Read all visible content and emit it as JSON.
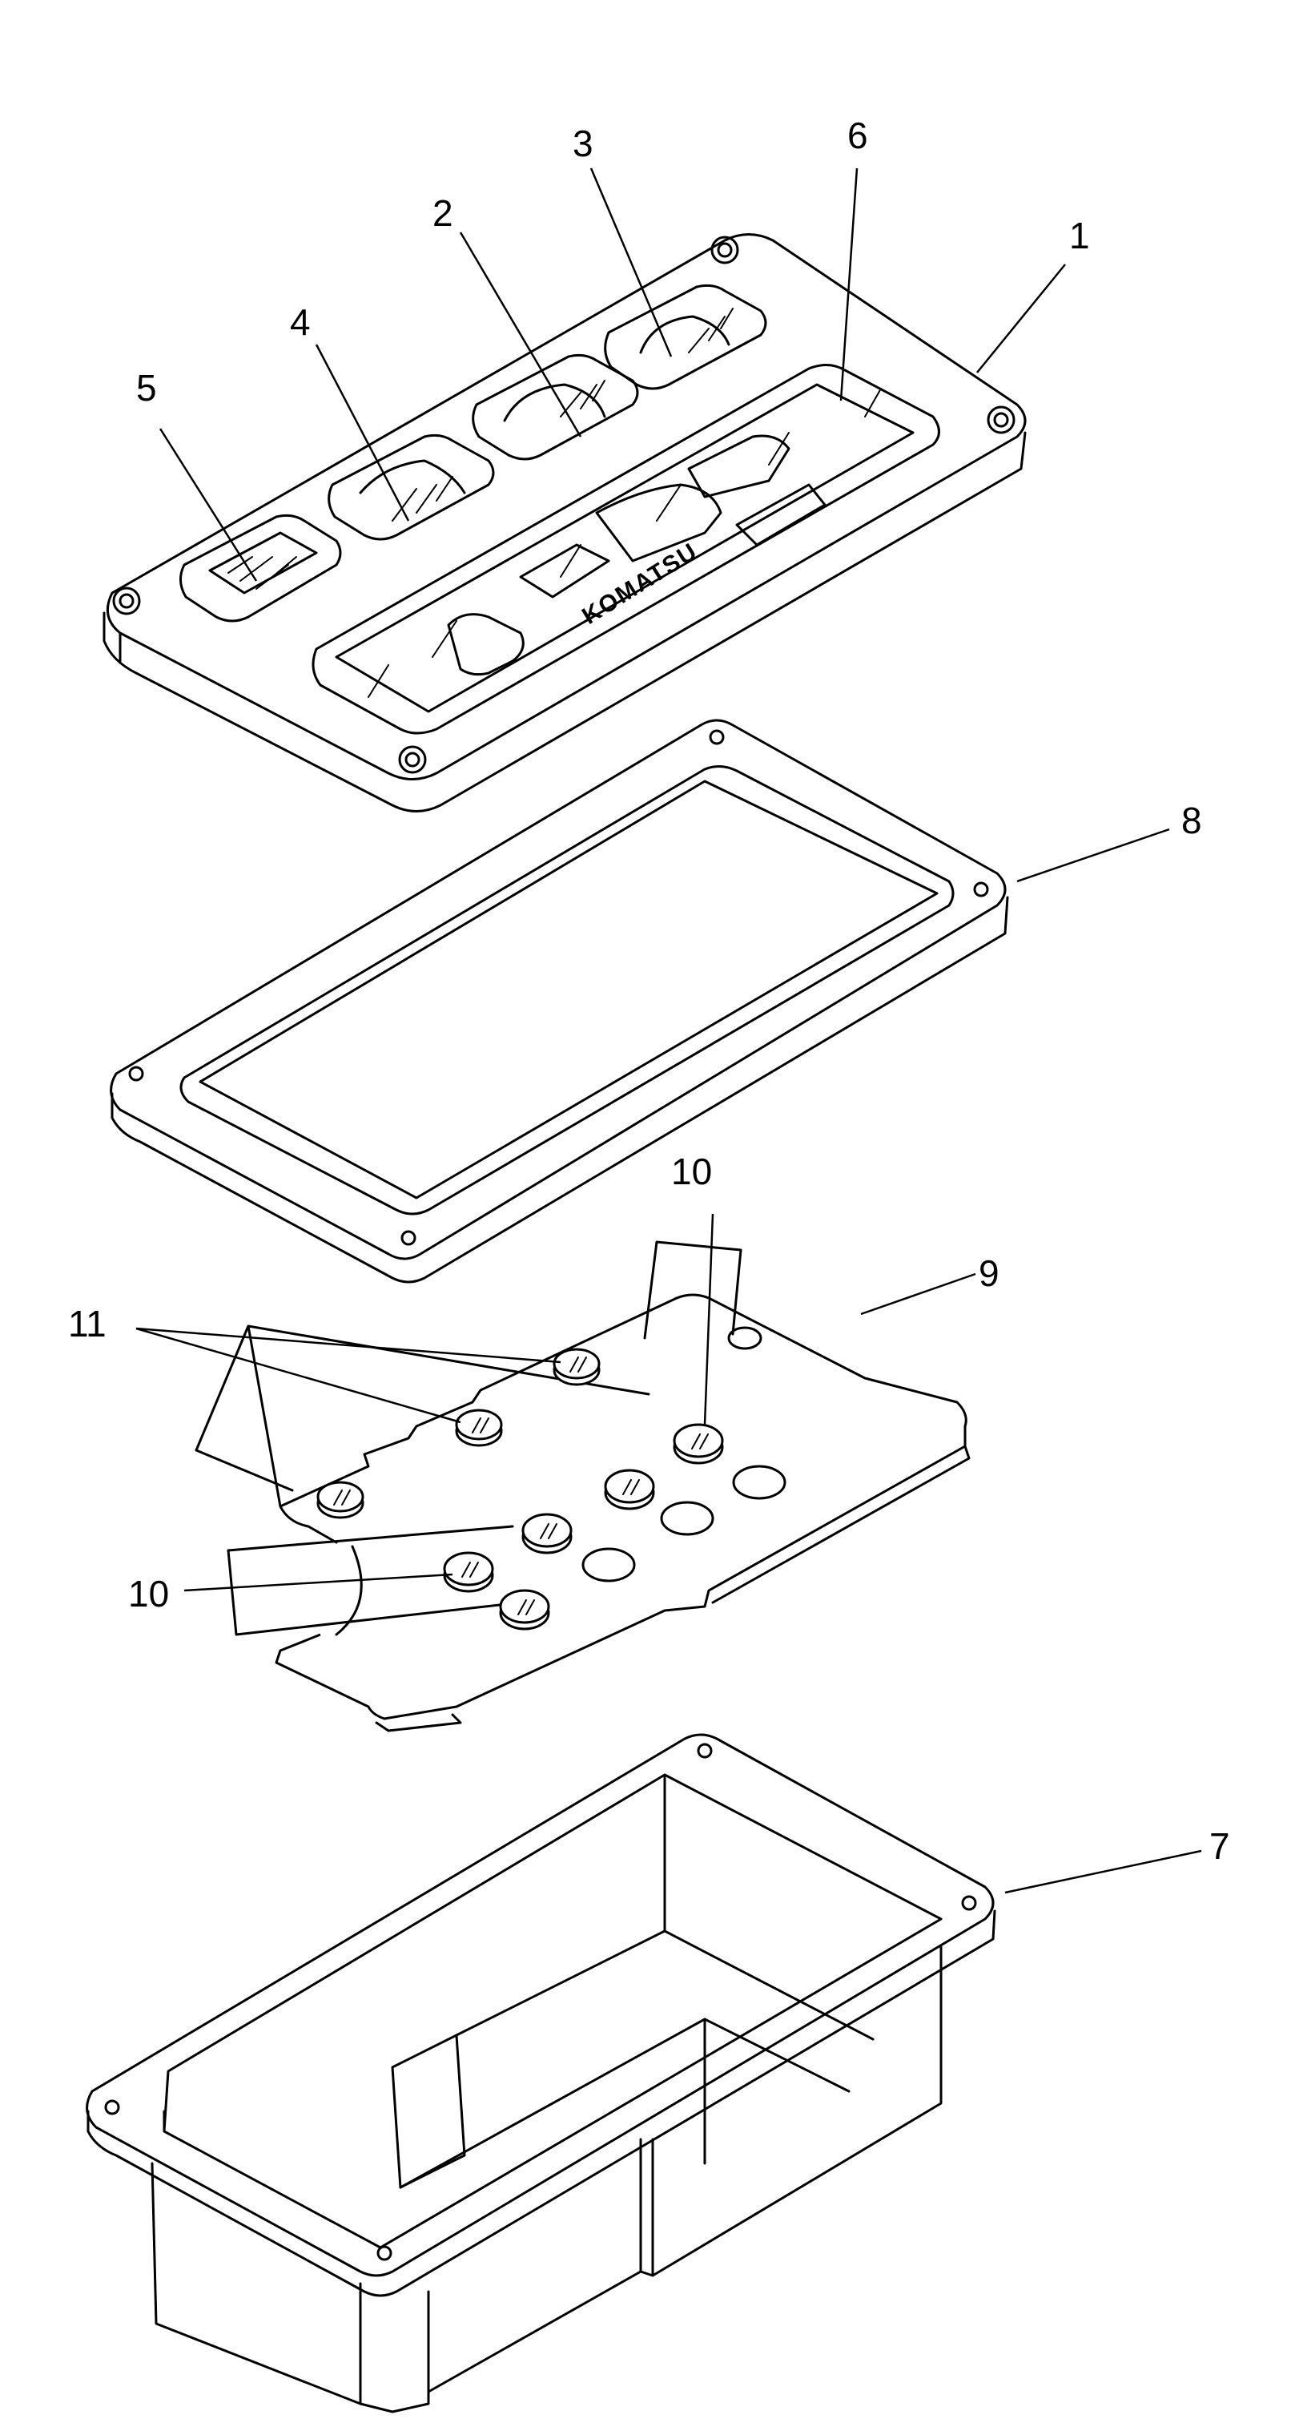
{
  "callouts": {
    "c1": "1",
    "c2": "2",
    "c3": "3",
    "c4": "4",
    "c5": "5",
    "c6": "6",
    "c7": "7",
    "c8": "8",
    "c9": "9",
    "c10a": "10",
    "c10b": "10",
    "c11": "11"
  },
  "brand_mark": "KOMATSU"
}
